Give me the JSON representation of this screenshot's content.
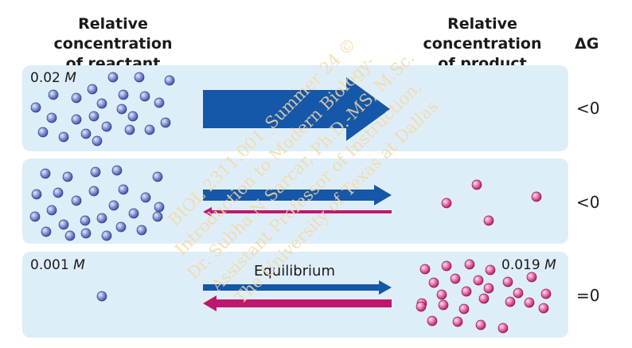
{
  "headers": {
    "reactant_line1": "Relative concentration",
    "reactant_line2": "of reactant",
    "product_line1": "Relative concentration",
    "product_line2": "of product",
    "delta_g": "ΔG"
  },
  "panels": [
    {
      "reactant_conc": "0.02",
      "reactant_unit": "M",
      "delta_g": "<0",
      "arrow": "forward-large",
      "reactant_count": 28,
      "product_count": 0
    },
    {
      "delta_g": "<0",
      "arrow": "forward-dominant",
      "reactant_count": 26,
      "product_count": 4
    },
    {
      "reactant_conc": "0.001",
      "reactant_unit": "M",
      "product_conc": "0.019",
      "product_unit": "M",
      "delta_g": "=0",
      "arrow": "equilibrium",
      "arrow_label": "Equilibrium",
      "reactant_count": 1,
      "product_count": 26
    }
  ],
  "colors": {
    "panel_bg": "#deeef9",
    "reactant": "#6f7fc9",
    "product": "#e0539a",
    "forward_arrow": "#1557a8",
    "reverse_arrow": "#c0166e"
  },
  "watermark": {
    "lines": [
      "BIOL 2311.001_Summer 24 ©",
      "Introduction to Modern Biology-",
      "Dr. Subha N Sarcar, Ph.D.-MS, M.Sc.",
      "Assistant Professor of Instruction,",
      "The University of Texas at Dallas"
    ]
  }
}
